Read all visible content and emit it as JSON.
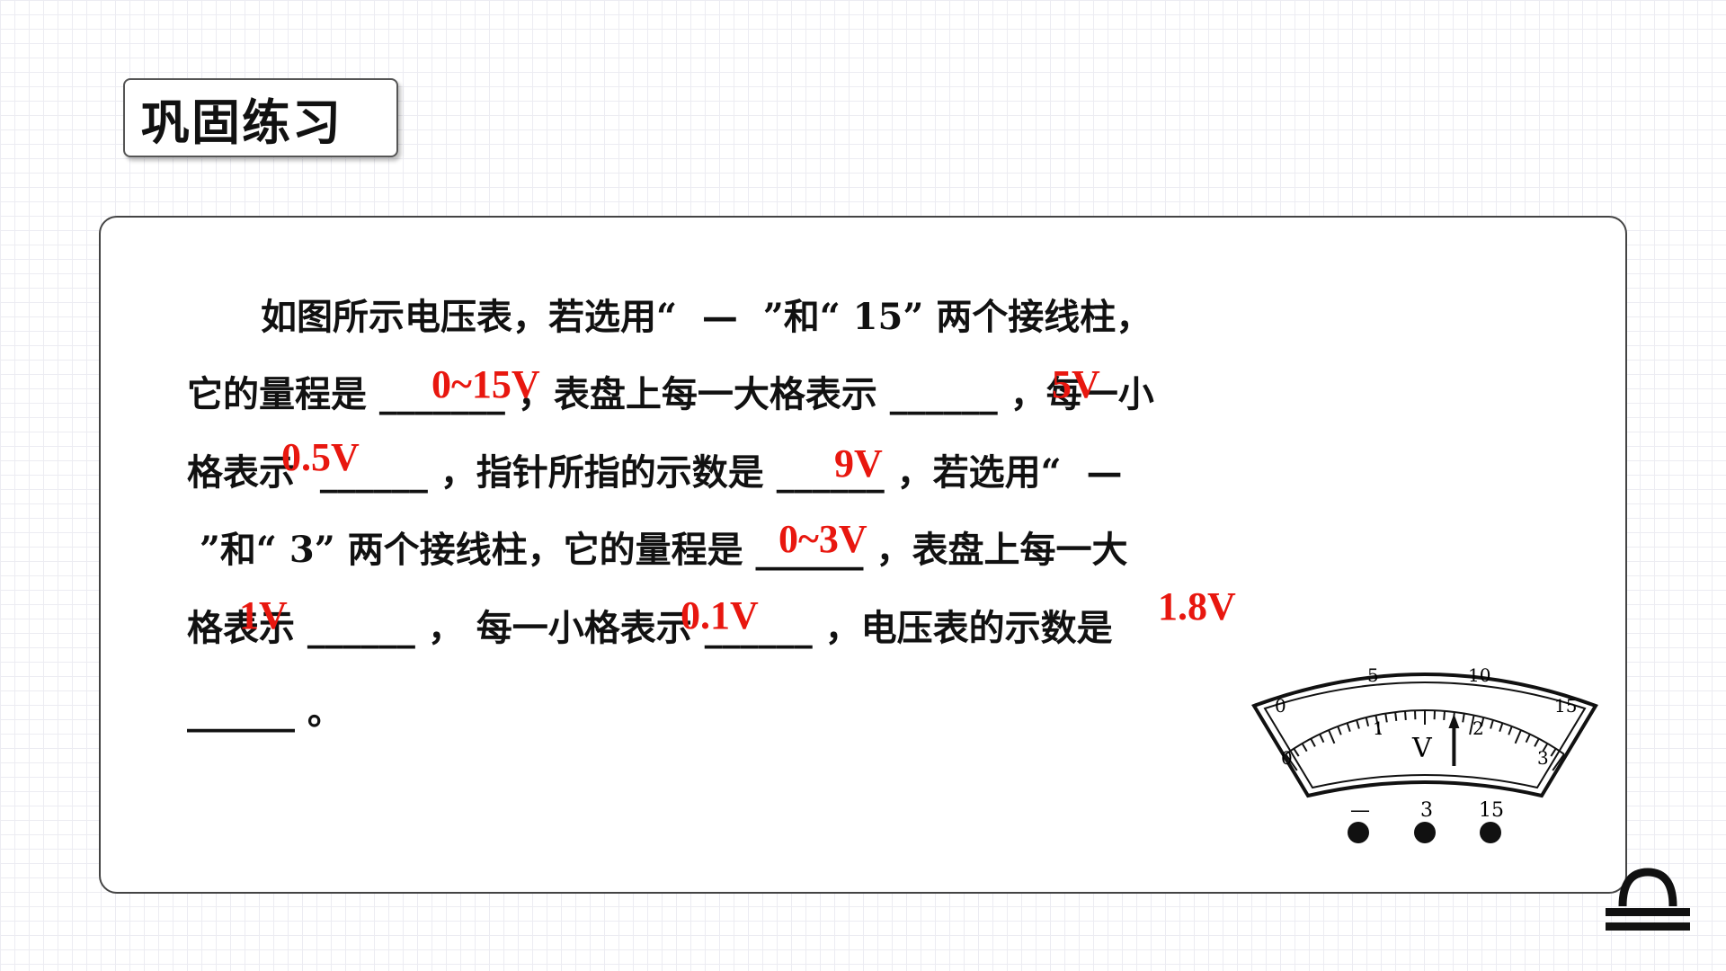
{
  "title": "巩固练习",
  "question_lines": [
    "如图所示电压表，若选用“  —  ”和“ 15” 两个接线柱，",
    "它的量程是 _______ ，表盘上每一大格表示 ______ ，每一小",
    "格表示  ______ ，指针所指的示数是 ______ ，若选用“  —",
    " ”和“ 3” 两个接线柱，它的量程是 ______ ，表盘上每一大",
    "格表示 ______ ， 每一小格表示 ______ ，电压表的示数是",
    "______ 。"
  ],
  "answers": [
    "0~15V",
    "5V",
    "0.5V",
    "9V",
    "0~3V",
    "1V",
    "0.1V",
    "1.8V"
  ],
  "meter": {
    "unit": "V",
    "upper_scale": [
      "0",
      "5",
      "10",
      "15"
    ],
    "lower_scale": [
      "0",
      "1",
      "2",
      "3"
    ],
    "terminals": [
      "—",
      "3",
      "15"
    ],
    "needle_reading": 1.8
  }
}
